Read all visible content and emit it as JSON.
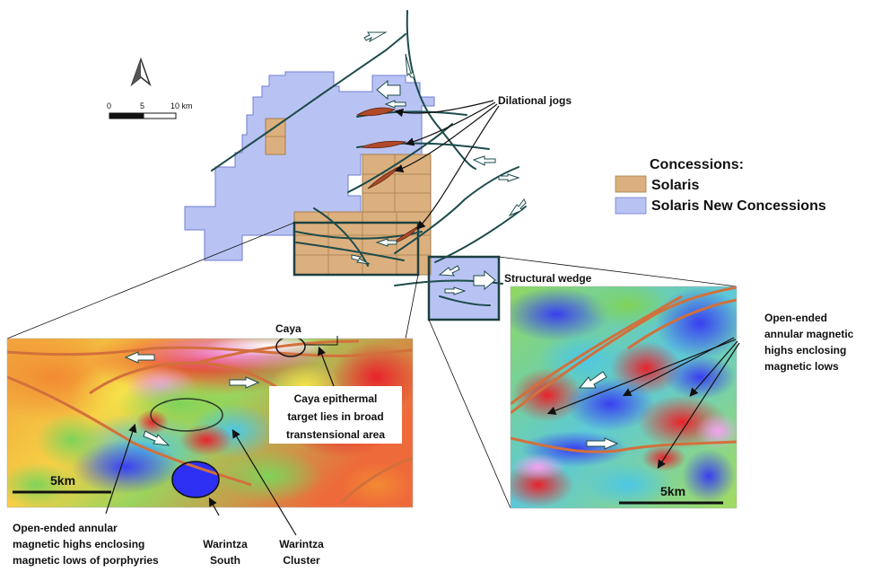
{
  "scale_bar": {
    "ticks": [
      "0",
      "5",
      "10 km"
    ]
  },
  "north_arrow": {
    "icon": "north-arrow-icon"
  },
  "legend": {
    "title": "Concessions:",
    "items": [
      {
        "label": "Solaris",
        "color": "#dcb07e"
      },
      {
        "label": "Solaris New Concessions",
        "color": "#b9c3f3"
      }
    ]
  },
  "annotations": {
    "dilational_jogs": "Dilational jogs",
    "structural_wedge": "Structural wedge",
    "caya": "Caya",
    "caya_target": [
      "Caya epithermal",
      "target lies in broad",
      "transtensional area"
    ],
    "annular_left": [
      "Open-ended annular",
      "magnetic highs enclosing",
      "magnetic lows of porphyries"
    ],
    "warintza_south": [
      "Warintza",
      "South"
    ],
    "warintza_cluster": [
      "Warintza",
      "Cluster"
    ],
    "annular_right": [
      "Open-ended",
      "annular magnetic",
      "highs enclosing",
      "magnetic lows"
    ]
  },
  "insets": {
    "left_scale": "5km",
    "right_scale": "5km"
  },
  "colors": {
    "solaris": "#dcb07e",
    "new_concessions": "#b9c3f3",
    "fault": "#1d4b4b",
    "jog": "#b04a2a",
    "inset_fault": "#d2703c",
    "focus_box": "#1d4040"
  }
}
